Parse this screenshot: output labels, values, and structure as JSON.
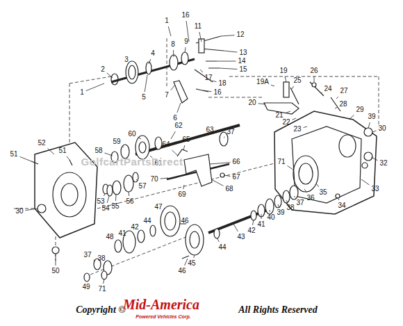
{
  "diagram": {
    "labels": [
      "1",
      "16",
      "11",
      "12",
      "2",
      "3",
      "4",
      "8",
      "9",
      "13",
      "14",
      "15",
      "19",
      "26",
      "17",
      "19A",
      "25",
      "18",
      "1",
      "5",
      "7",
      "16",
      "24",
      "27",
      "20",
      "28",
      "6",
      "21",
      "29",
      "39",
      "22",
      "23",
      "30",
      "62",
      "37",
      "60",
      "63",
      "59",
      "52",
      "64",
      "65",
      "58",
      "51",
      "51",
      "61",
      "66",
      "71",
      "32",
      "70",
      "67",
      "57",
      "68",
      "69",
      "33",
      "35",
      "36",
      "34",
      "37",
      "38",
      "39",
      "40",
      "41",
      "42",
      "43",
      "44",
      "45",
      "46",
      "46",
      "47",
      "44",
      "42",
      "41",
      "48",
      "53",
      "54",
      "55",
      "56",
      "30",
      "37",
      "38",
      "71",
      "49",
      "50",
      "GolfcartPartsDirect",
      "Copyright ©",
      "Mid-America",
      "Powered Vehicles Corp.",
      "All Rights Reserved"
    ]
  }
}
